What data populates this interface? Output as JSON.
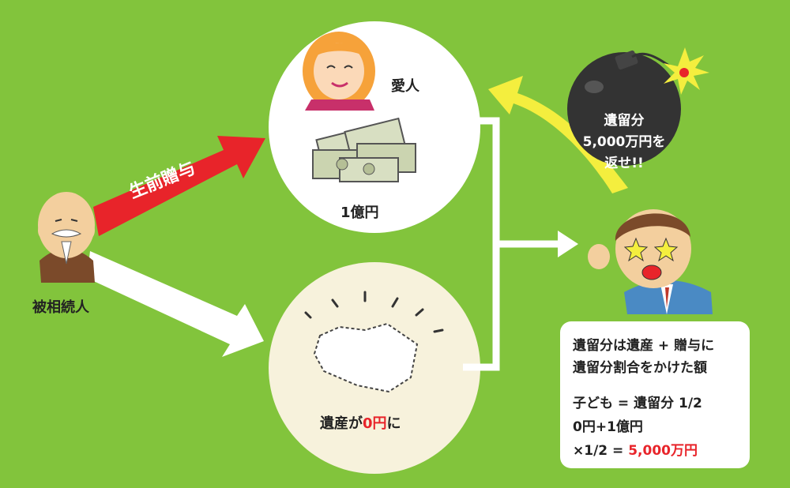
{
  "colors": {
    "background": "#82c43c",
    "circle_top": "#ffffff",
    "circle_bottom": "#f7f2dc",
    "gift_arrow": "#e8242a",
    "highlight": "#e8242a",
    "yellow_arrow": "#f4ee3e"
  },
  "decedent": {
    "label": "被相続人",
    "icon": "old-man-icon"
  },
  "gift_arrow": {
    "label": "生前贈与"
  },
  "mistress": {
    "label": "愛人",
    "amount": "1億円",
    "icon": "woman-icon",
    "money_icon": "money-bundles-icon"
  },
  "estate": {
    "prefix": "遺産が",
    "value": "0円",
    "suffix": "に"
  },
  "bomb": {
    "line1": "遺留分",
    "line2": "5,000万円を",
    "line3": "返せ!!",
    "icon": "bomb-icon"
  },
  "child": {
    "icon": "angry-man-icon"
  },
  "explanation": {
    "line1": "遺留分は遺産 + 贈与に",
    "line2": "遺留分割合をかけた額",
    "line3": "子ども = 遺留分 1/2",
    "line4": "0円+1億円",
    "line5_prefix": "×1/2 = ",
    "line5_value": "5,000万円"
  }
}
